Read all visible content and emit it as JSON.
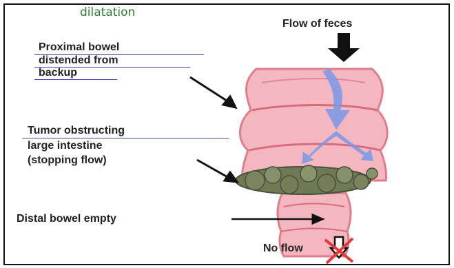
{
  "caption": "dilatation",
  "labels": {
    "flow_of_feces": "Flow of feces",
    "proximal_line1": "Proximal bowel",
    "proximal_line2": "distended from",
    "proximal_line3": "backup",
    "tumor_line1": "Tumor obstructing",
    "tumor_line2": "large intestine",
    "tumor_line3": "(stopping flow)",
    "distal": "Distal bowel empty",
    "no_flow": "No flow"
  },
  "colors": {
    "caption": "#2e7d32",
    "underline": "#3b49a6",
    "bowel_wall": "#e98f9c",
    "bowel_fill": "#f4b7bf",
    "lumen": "#c05a6b",
    "tumor": "#6f7a55",
    "flow_arrow": "#6e8fe0",
    "no_flow_cross": "#e53935"
  }
}
